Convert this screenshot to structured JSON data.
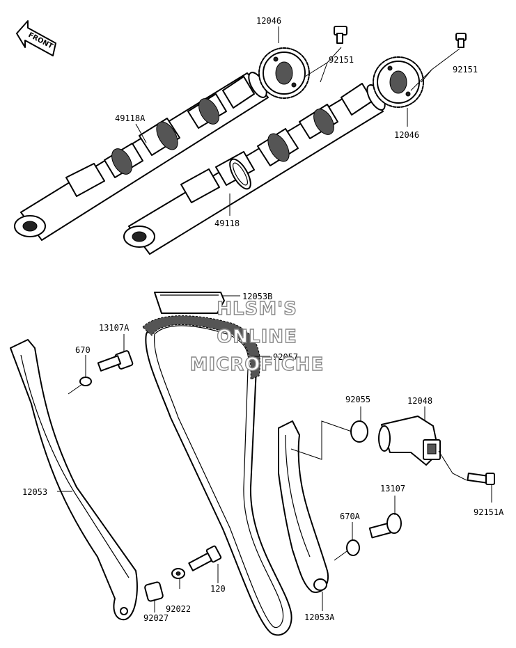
{
  "front_arrow": {
    "text": "FRONT"
  },
  "labels": {
    "p12046_top": "12046",
    "p92151_a": "92151",
    "p92151_b": "92151",
    "p12046_right": "12046",
    "p49118A": "49118A",
    "p49118": "49118",
    "p12053B": "12053B",
    "p92057": "92057",
    "p13107A": "13107A",
    "p670": "670",
    "p92055": "92055",
    "p12048": "12048",
    "p12053": "12053",
    "p13107": "13107",
    "p670A": "670A",
    "p92151A": "92151A",
    "p120": "120",
    "p92022": "92022",
    "p92027": "92027",
    "p12053A": "12053A"
  },
  "watermark": {
    "line1": "HLSM'S",
    "line2": "ONLINE",
    "line3": "MICROFICHE"
  }
}
